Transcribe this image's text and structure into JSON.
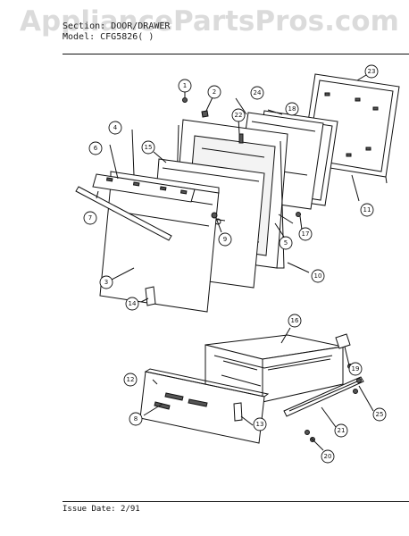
{
  "watermark": "AppliancePartsPros.com",
  "header": {
    "line1": "Section:   DOOR/DRAWER",
    "line2": "Model:    CFG5826(  )"
  },
  "footer": {
    "issue_date": "Issue Date: 2/91"
  },
  "callouts": {
    "c1": "1",
    "c2": "2",
    "c3": "3",
    "c4": "4",
    "c5": "5",
    "c6": "6",
    "c7": "7",
    "c8": "8",
    "c9": "9",
    "c10": "10",
    "c11": "11",
    "c12": "12",
    "c13": "13",
    "c14": "14",
    "c15": "15",
    "c16": "16",
    "c17": "17",
    "c18": "18",
    "c19": "19",
    "c20": "20",
    "c21": "21",
    "c22": "22",
    "c23": "23",
    "c24": "24",
    "c25": "25"
  }
}
